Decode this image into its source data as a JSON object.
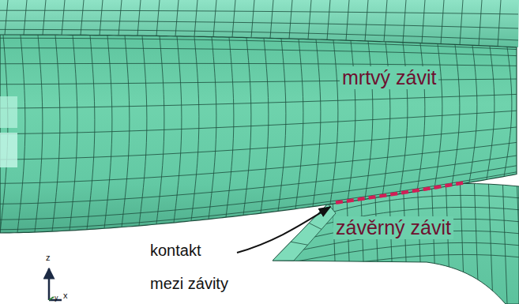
{
  "diagram": {
    "labels": [
      "mrtvý závit",
      "závěrný závit",
      "kontakt mezi závity",
      "z",
      "y",
      "x"
    ]
  }
}
